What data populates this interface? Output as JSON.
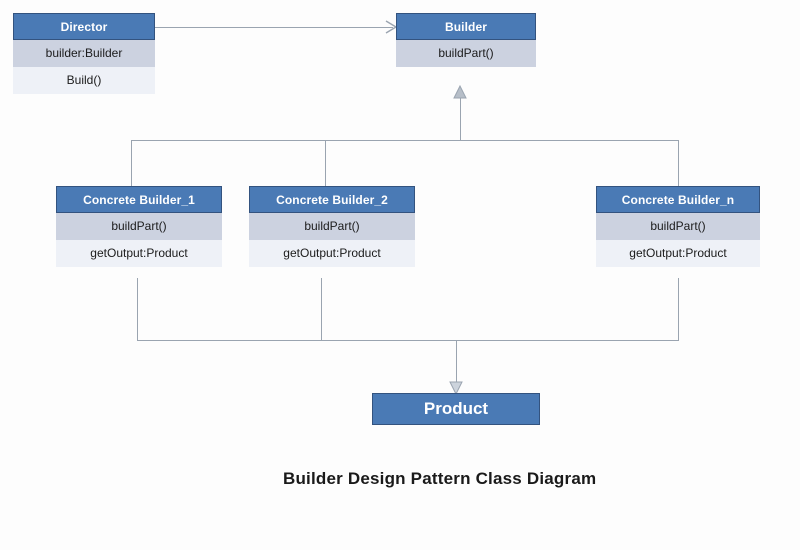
{
  "diagram": {
    "title": "Builder Design Pattern Class Diagram",
    "colors": {
      "header_blue": "#4a7ab5",
      "header_border": "#33537f",
      "row_mid": "#ccd2e0",
      "row_low": "#eef1f7",
      "connector": "#9aa4b0",
      "text_dark": "#1a1a1a",
      "background": "#fdfdfd"
    },
    "classes": {
      "director": {
        "name": "Director",
        "attribute": "builder:Builder",
        "operation": "Build()"
      },
      "builder": {
        "name": "Builder",
        "operation": "buildPart()"
      },
      "concrete_builder_1": {
        "name": "Concrete Builder_1",
        "operation": "buildPart()",
        "attribute": "getOutput:Product"
      },
      "concrete_builder_2": {
        "name": "Concrete Builder_2",
        "operation": "buildPart()",
        "attribute": "getOutput:Product"
      },
      "concrete_builder_n": {
        "name": "Concrete Builder_n",
        "operation": "buildPart()",
        "attribute": "getOutput:Product"
      },
      "product": {
        "name": "Product"
      }
    },
    "relations": [
      {
        "name": "director-uses-builder",
        "from": "Director",
        "to": "Builder",
        "kind": "association-arrow"
      },
      {
        "name": "concrete-builders-generalize-builder",
        "from": "Concrete Builder_1, Concrete Builder_2, Concrete Builder_n",
        "to": "Builder",
        "kind": "generalization-bus"
      },
      {
        "name": "concrete-builders-create-product",
        "from": "Concrete Builder_1, Concrete Builder_2, Concrete Builder_n",
        "to": "Product",
        "kind": "dependency-bus"
      }
    ]
  }
}
